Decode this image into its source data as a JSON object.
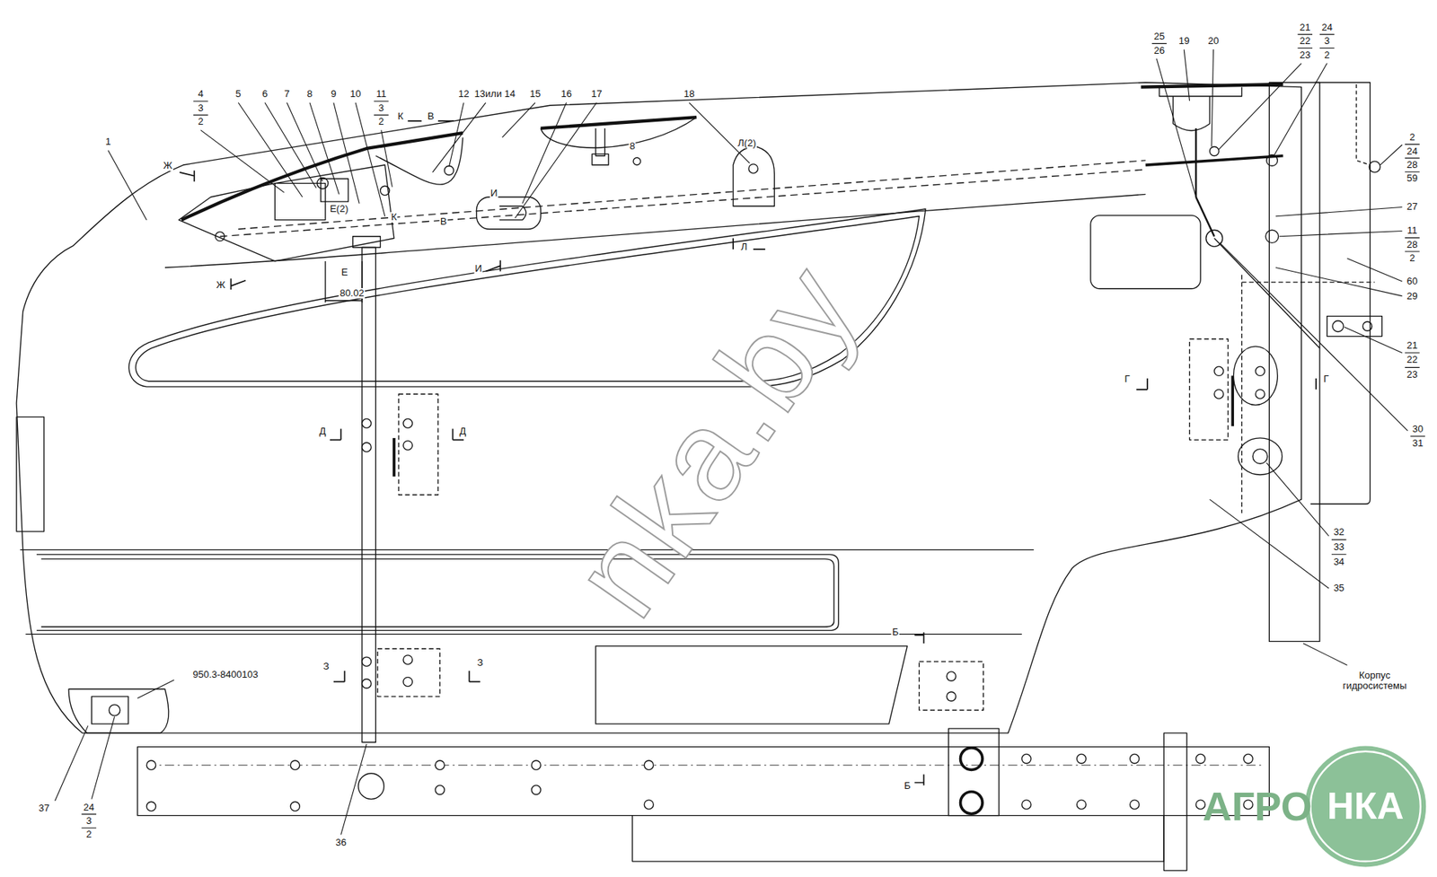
{
  "diagram": {
    "labels": [
      "4",
      "3",
      "2",
      "5",
      "6",
      "7",
      "8",
      "9",
      "10",
      "11",
      "3",
      "2",
      "К",
      "В",
      "12",
      "13или 14",
      "15",
      "16",
      "17",
      "8",
      "18",
      "1",
      "Ж",
      "Е(2)",
      "К",
      "В",
      "И",
      "Л(2)",
      "Ж",
      "И",
      "Л",
      "Е",
      "80.02",
      "Д",
      "Д",
      "Г",
      "Г",
      "З",
      "З",
      "Б",
      "950.3-8400103",
      "Б",
      "37",
      "24",
      "3",
      "2",
      "36",
      "25",
      "26",
      "19",
      "20",
      "21",
      "22",
      "23",
      "24",
      "3",
      "2",
      "2",
      "24",
      "28",
      "59",
      "27",
      "11",
      "28",
      "2",
      "60",
      "29",
      "21",
      "22",
      "23",
      "30",
      "31",
      "32",
      "33",
      "34",
      "35",
      "Корпус гидросистемы",
      "nka.by",
      "АГРО",
      "НКА"
    ]
  }
}
